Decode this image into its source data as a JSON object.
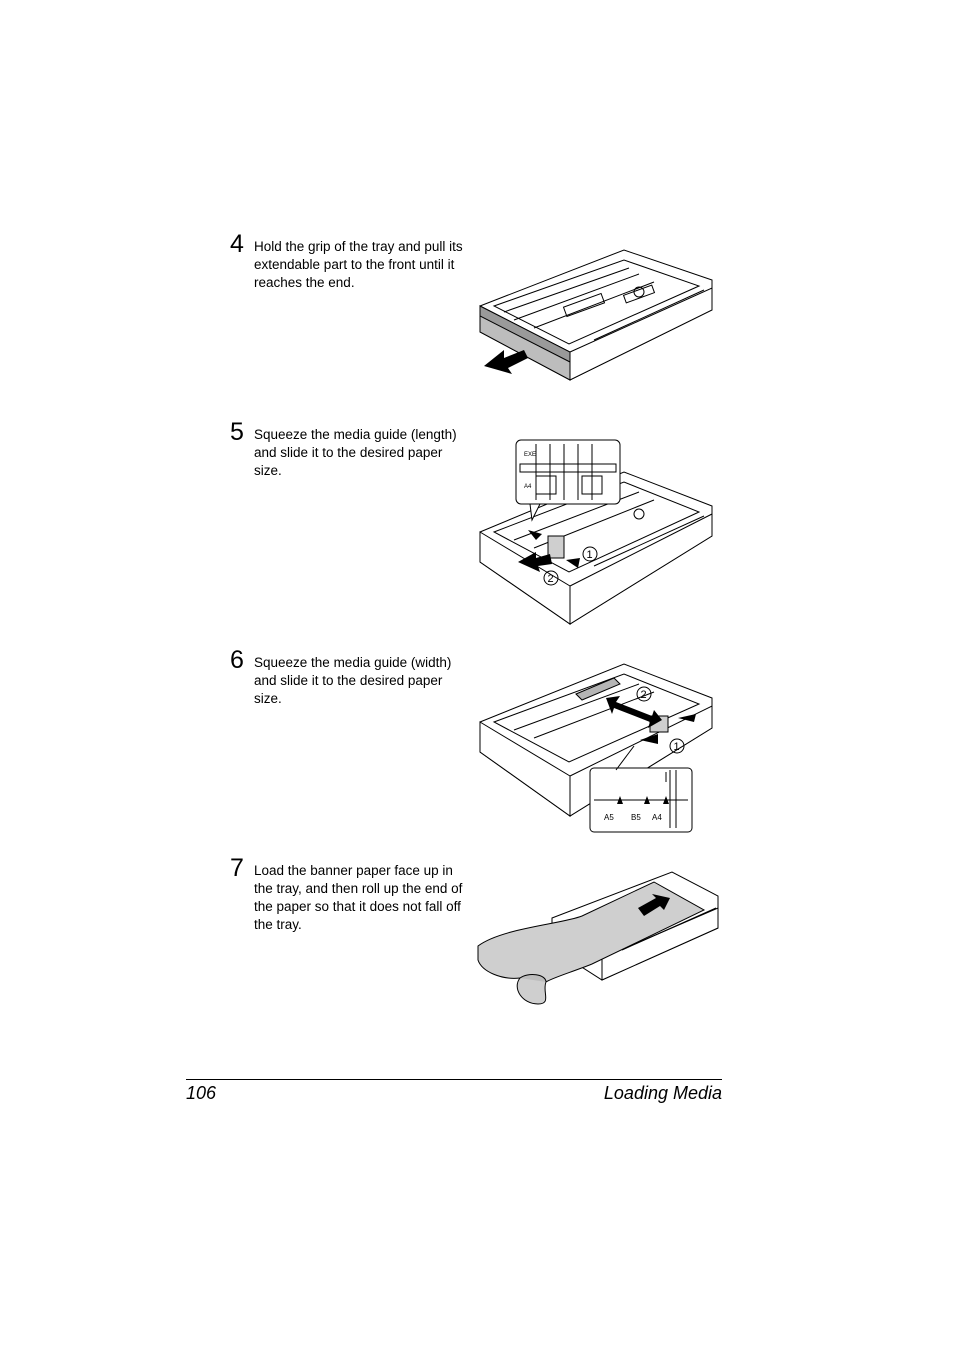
{
  "steps": [
    {
      "number": "4",
      "text": "Hold the grip of the tray and pull its extendable part to the front until it reaches the end."
    },
    {
      "number": "5",
      "text": "Squeeze the media guide (length) and slide it to the desired paper size."
    },
    {
      "number": "6",
      "text": "Squeeze the media guide (width) and slide it to the desired paper size."
    },
    {
      "number": "7",
      "text": "Load the banner paper face up in the tray, and then roll up the end of the paper so that it does not fall off the tray."
    }
  ],
  "callouts": {
    "one": "1",
    "two": "2"
  },
  "size_marks_length": [
    "EXE",
    "A4"
  ],
  "size_marks_width": [
    "A5",
    "B5",
    "A4"
  ],
  "footer": {
    "page_number": "106",
    "section_title": "Loading Media"
  }
}
